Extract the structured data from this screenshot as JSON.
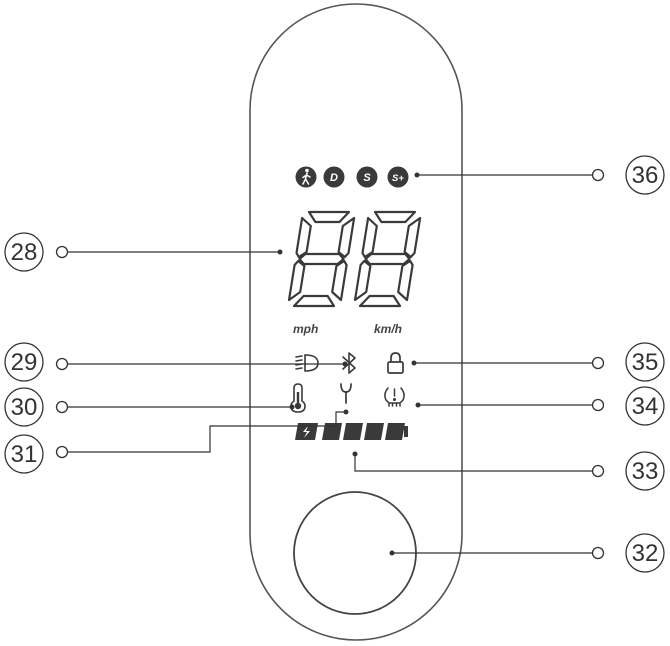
{
  "colors": {
    "outline": "#555555",
    "icon": "#3a3a3a",
    "leader": "#333333"
  },
  "display": {
    "speed_digits": "88",
    "unit_left": "mph",
    "unit_right": "km/h",
    "modes": [
      {
        "icon": "walk-icon",
        "label": ""
      },
      {
        "icon": "mode-d-badge",
        "label": "D"
      },
      {
        "icon": "mode-s-badge",
        "label": "S"
      },
      {
        "icon": "mode-splus-badge",
        "label": "S+"
      }
    ],
    "battery_bars": 4
  },
  "callouts": {
    "c28": "28",
    "c29": "29",
    "c30": "30",
    "c31": "31",
    "c32": "32",
    "c33": "33",
    "c34": "34",
    "c35": "35",
    "c36": "36"
  }
}
